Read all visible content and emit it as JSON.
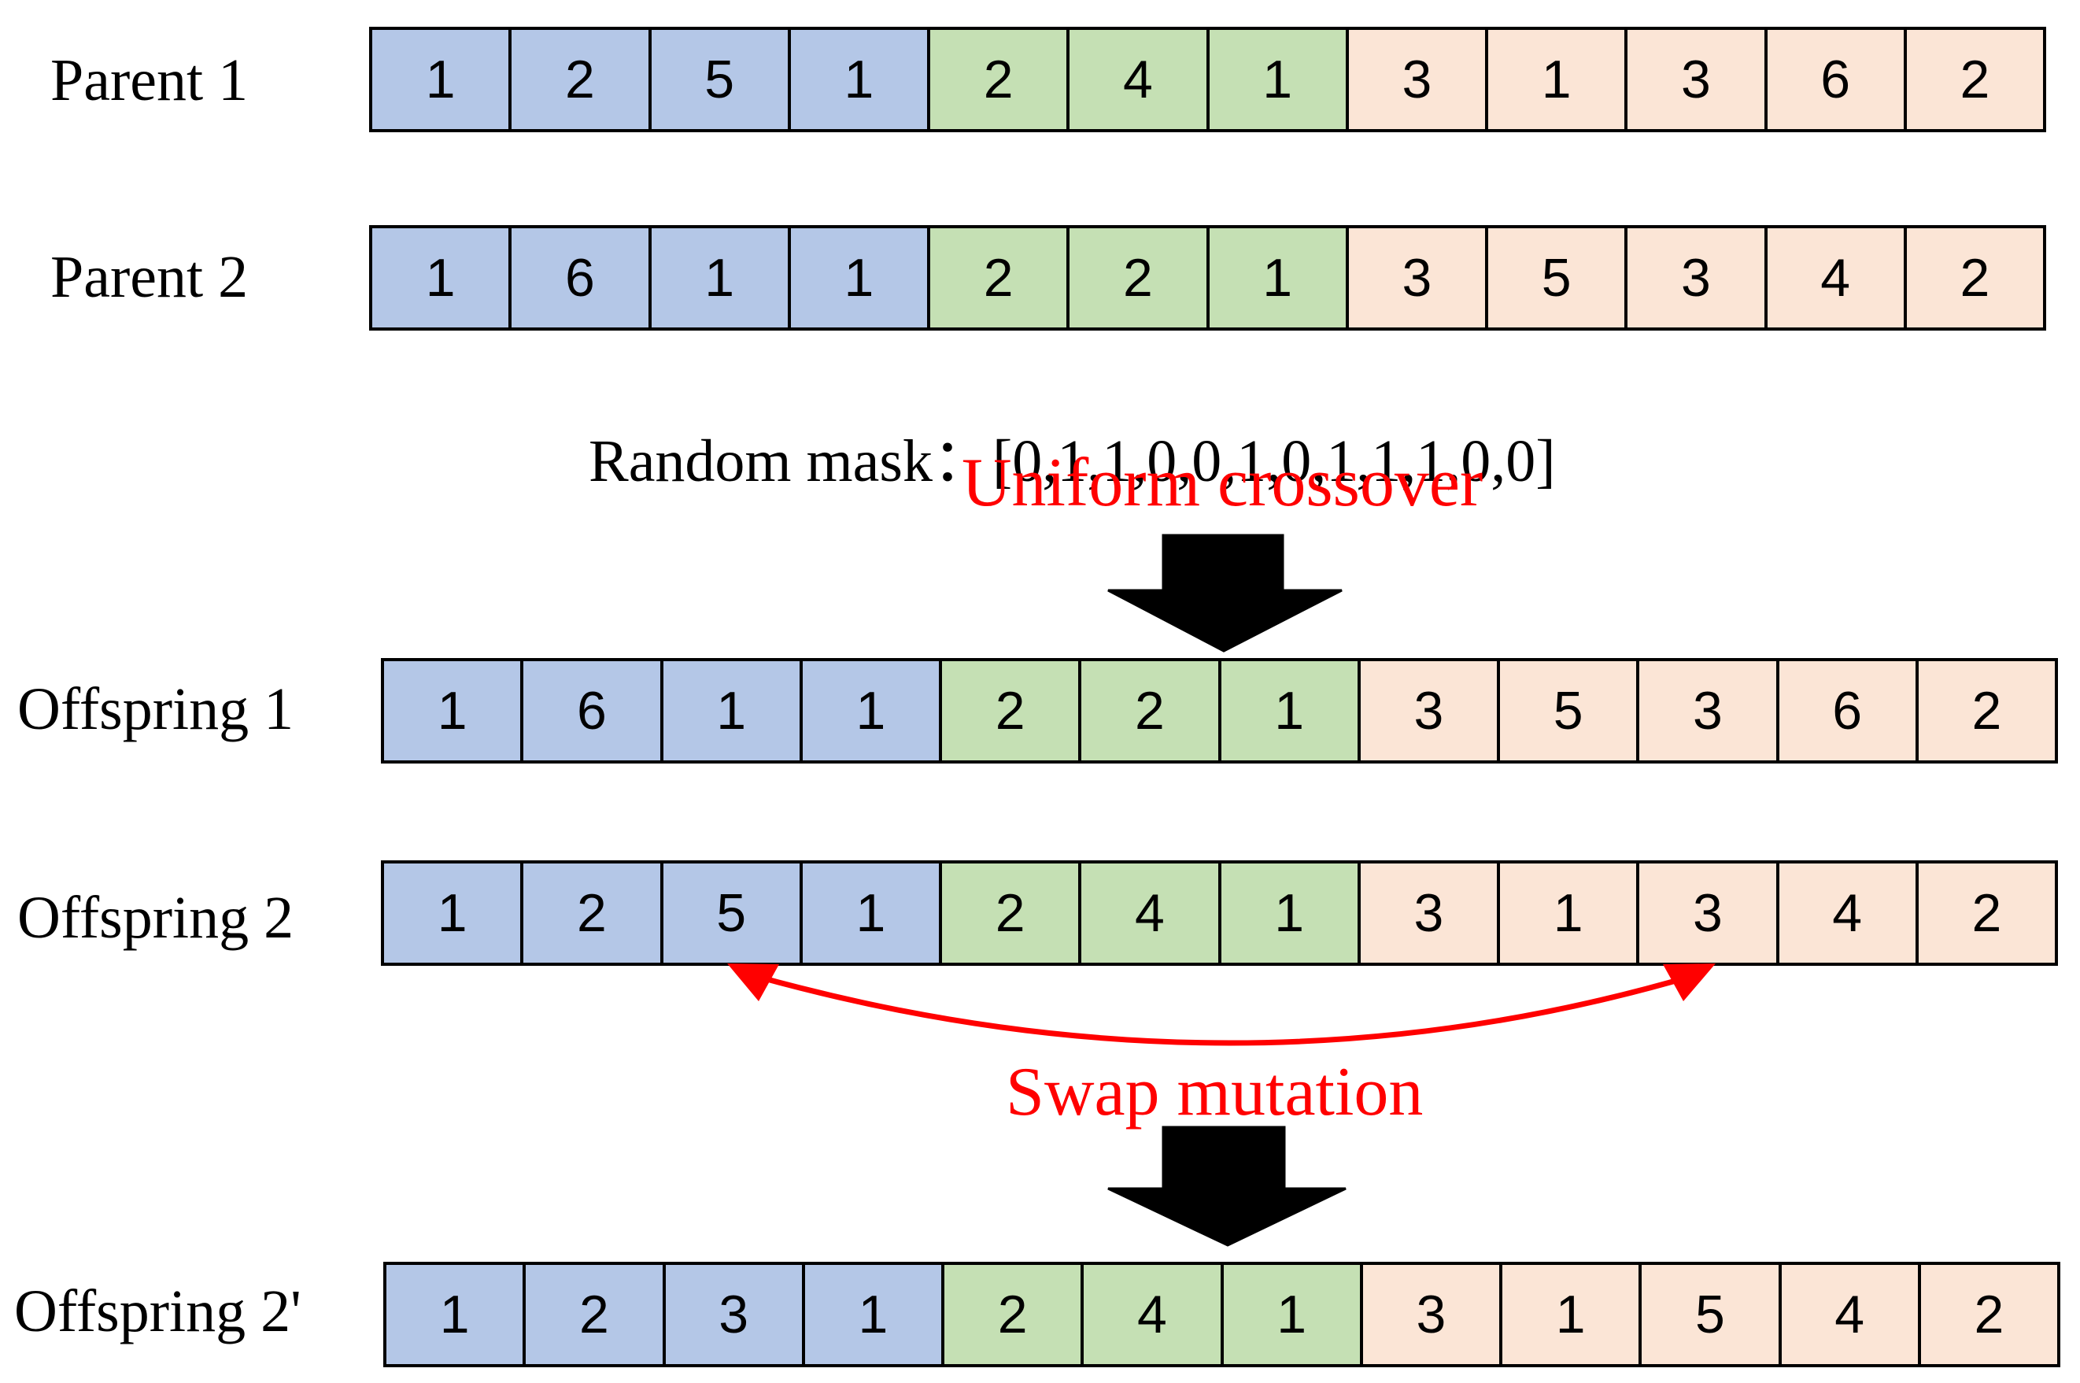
{
  "colors": {
    "group_1": "#b4c7e7",
    "group_2": "#c5e0b4",
    "group_3": "#fbe5d6",
    "highlight_text": "#ff0000",
    "arrow": "#000000"
  },
  "rows": [
    {
      "label": "Parent 1",
      "values": [
        "1",
        "2",
        "5",
        "1",
        "2",
        "4",
        "1",
        "3",
        "1",
        "3",
        "6",
        "2"
      ]
    },
    {
      "label": "Parent 2",
      "values": [
        "1",
        "6",
        "1",
        "1",
        "2",
        "2",
        "1",
        "3",
        "5",
        "3",
        "4",
        "2"
      ]
    },
    {
      "label": "Offspring 1",
      "values": [
        "1",
        "6",
        "1",
        "1",
        "2",
        "2",
        "1",
        "3",
        "5",
        "3",
        "6",
        "2"
      ]
    },
    {
      "label": "Offspring 2",
      "values": [
        "1",
        "2",
        "5",
        "1",
        "2",
        "4",
        "1",
        "3",
        "1",
        "3",
        "4",
        "2"
      ]
    },
    {
      "label": "Offspring 2'",
      "values": [
        "1",
        "2",
        "3",
        "1",
        "2",
        "4",
        "1",
        "3",
        "1",
        "5",
        "4",
        "2"
      ]
    }
  ],
  "cell_groups": [
    1,
    1,
    1,
    1,
    2,
    2,
    2,
    3,
    3,
    3,
    3,
    3
  ],
  "mask": {
    "label": "Random mask：",
    "value": "[0,1,1,0,0,1,0,1,1,1,0,0]"
  },
  "operations": {
    "crossover_label": "Uniform crossover",
    "mutation_label": "Swap mutation"
  },
  "swap_positions": [
    3,
    10
  ]
}
